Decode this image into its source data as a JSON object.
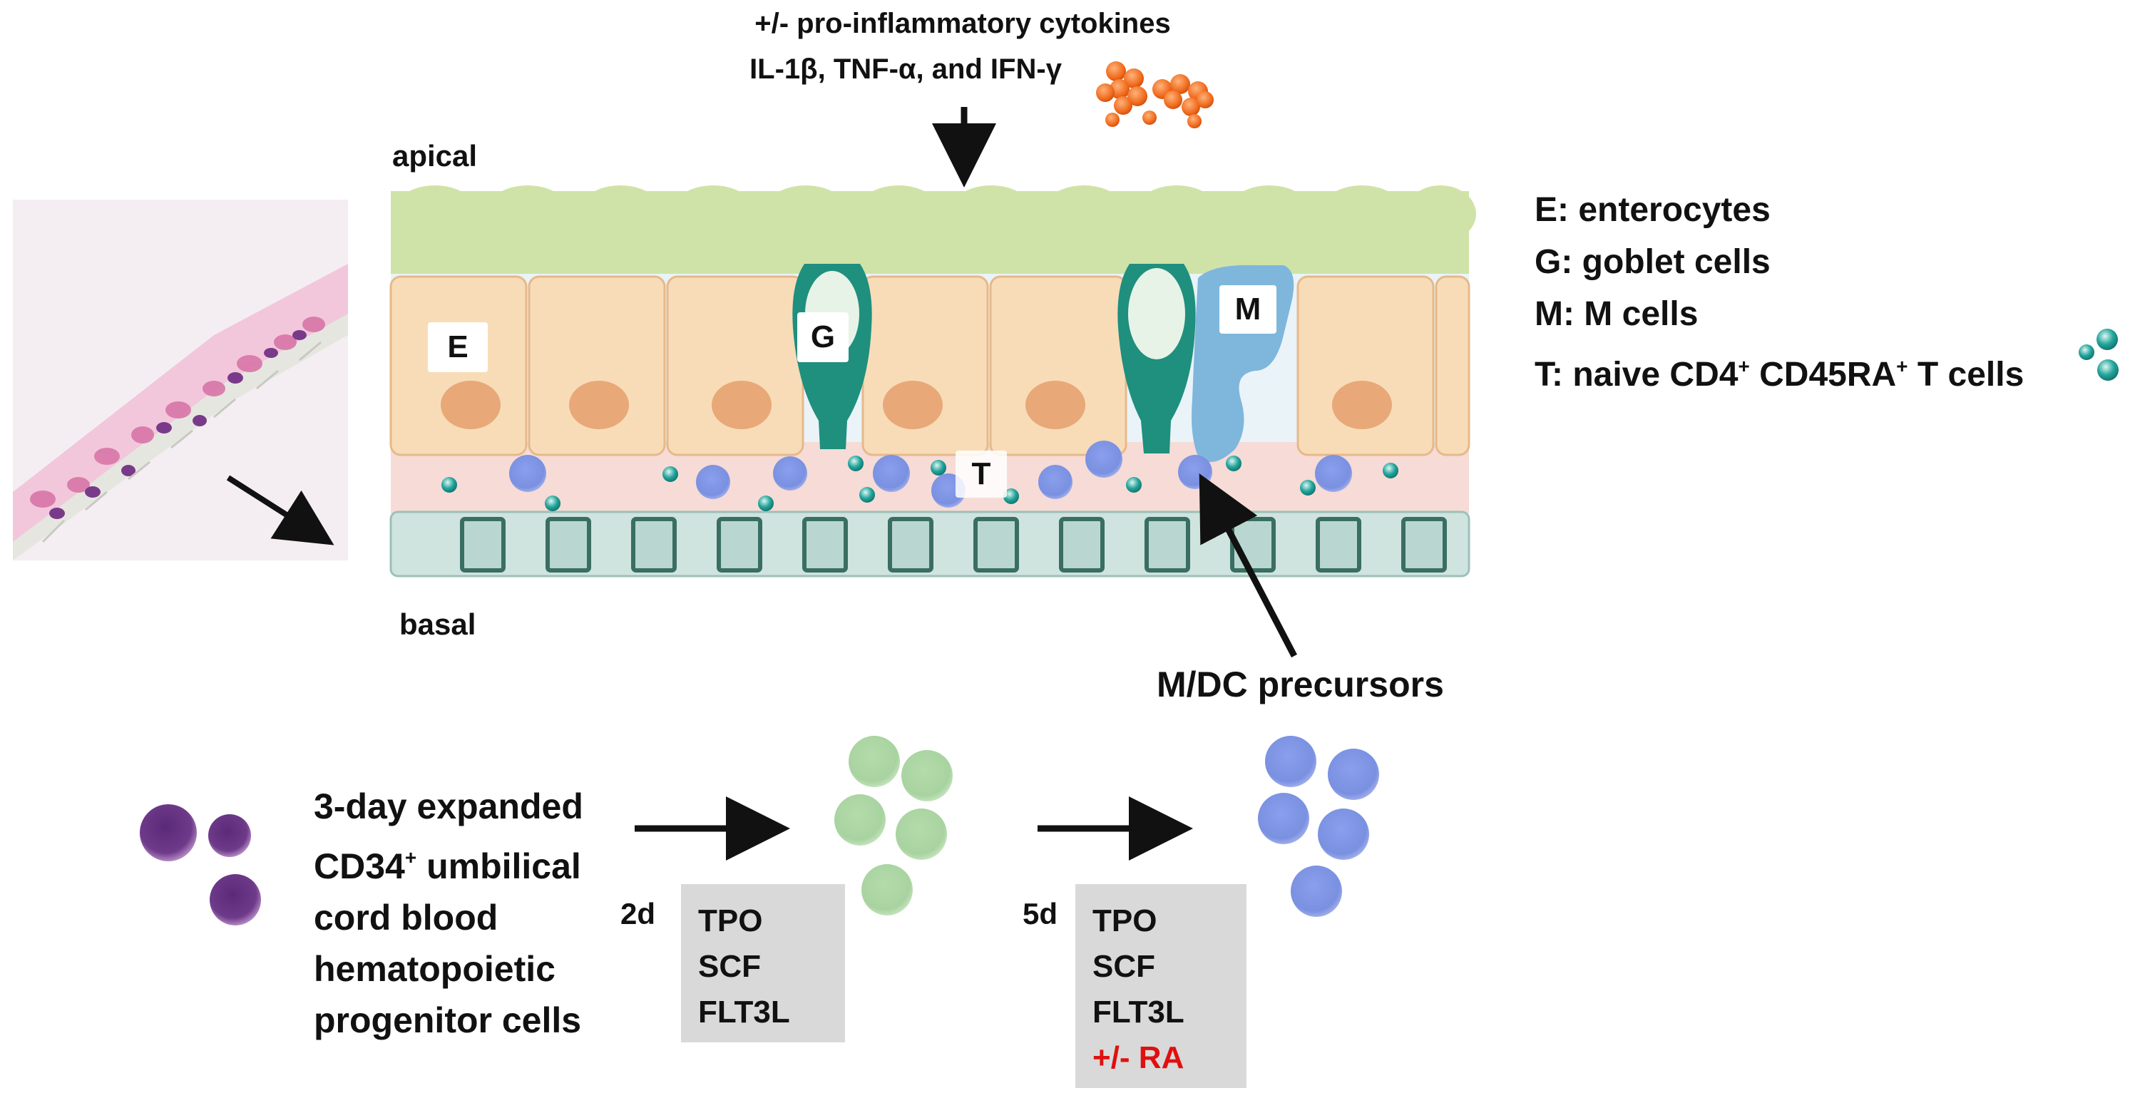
{
  "cytokines": {
    "line1": "+/- pro-inflammatory cytokines",
    "line2": "IL-1β, TNF-α, and IFN-γ"
  },
  "orientation": {
    "apical": "apical",
    "basal": "basal"
  },
  "cell_labels": {
    "E": "E",
    "G": "G",
    "M": "M",
    "T": "T"
  },
  "legend": {
    "E": "E: enterocytes",
    "G": "G: goblet cells",
    "M": "M: M cells",
    "T_prefix": "T: naive CD4",
    "T_sup1": "+",
    "T_mid": " CD45RA",
    "T_sup2": "+",
    "T_suffix": " T cells"
  },
  "precursors_label": "M/DC precursors",
  "source": {
    "line1": "3-day expanded",
    "line2_prefix": "CD34",
    "line2_sup": "+",
    "line2_suffix": " umbilical",
    "line3": "cord blood",
    "line4": "hematopoietic",
    "line5": "progenitor cells"
  },
  "step1": {
    "duration": "2d",
    "factors": [
      "TPO",
      "SCF",
      "FLT3L"
    ]
  },
  "step2": {
    "duration": "5d",
    "factors": [
      "TPO",
      "SCF",
      "FLT3L"
    ],
    "optional": "+/- RA"
  },
  "colors": {
    "mucus": "#cfe3a8",
    "enterocyte": "#f8dcb8",
    "nucleus": "#e8a878",
    "goblet": "#1f8f7e",
    "m_cell": "#7fb6dc",
    "basal_layer": "#f6dbd6",
    "membrane": "#cfe4df",
    "t_cell": "#23a59c",
    "dc_cell": "#7a90e0",
    "progenitor": "#6e3a8a",
    "intermediate": "#a8d3a0",
    "cytokine": "#f06a1c",
    "highlight_red": "#e01010"
  }
}
